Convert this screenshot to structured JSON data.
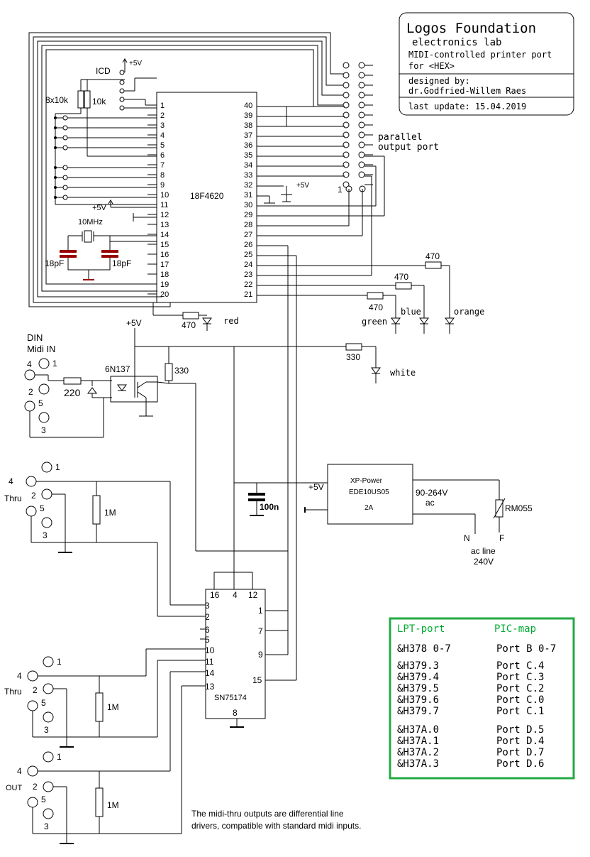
{
  "title_block": {
    "org": "Logos Foundation",
    "dept": "electronics lab",
    "project": "MIDI-controlled printer port",
    "for_line": "for <HEX>",
    "designed_by_label": "designed by:",
    "designer": "dr.Godfried-Willem Raes",
    "last_update": "last update: 15.04.2019"
  },
  "pic": {
    "name": "18F4620",
    "left_pins": [
      "1",
      "2",
      "3",
      "4",
      "5",
      "6",
      "7",
      "8",
      "9",
      "10",
      "11",
      "12",
      "13",
      "14",
      "15",
      "16",
      "17",
      "18",
      "19",
      "20"
    ],
    "right_pins": [
      "40",
      "39",
      "38",
      "37",
      "36",
      "35",
      "34",
      "33",
      "32",
      "31",
      "30",
      "29",
      "28",
      "27",
      "26",
      "25",
      "24",
      "23",
      "22",
      "21"
    ]
  },
  "labels": {
    "icd": "ICD",
    "plus5v": "+5V",
    "resnet": "8x10k",
    "r10k": "10k",
    "xtal": "10MHz",
    "cap18": "18pF",
    "parallel1": "parallel",
    "parallel2": "output port",
    "port_pin1": "1",
    "r470": "470",
    "red": "red",
    "green": "green",
    "blue": "blue",
    "orange": "orange",
    "white": "white",
    "r330": "330",
    "din": "DIN",
    "midi_in": "Midi IN",
    "opto": "6N137",
    "r220": "220",
    "thru": "Thru",
    "out": "OUT",
    "r1m": "1M",
    "c100n": "100n",
    "psu1": "XP-Power",
    "psu2": "EDE10US05",
    "psu3": "2A",
    "ac1": "90-264V",
    "ac2": "ac",
    "fuse": "RM055",
    "n": "N",
    "f": "F",
    "acline1": "ac line",
    "acline2": "240V",
    "driver": "SN75174",
    "note1": "The midi-thru outputs are differential line",
    "note2": "drivers, compatible with standard midi inputs.",
    "din_p1": "1",
    "din_p2": "2",
    "din_p3": "3",
    "din_p4": "4",
    "din_p5": "5",
    "sn_p16": "16",
    "sn_p4": "4",
    "sn_p12": "12",
    "sn_p3": "3",
    "sn_p2": "2",
    "sn_p6": "6",
    "sn_p5": "5",
    "sn_p10": "10",
    "sn_p11": "11",
    "sn_p14": "14",
    "sn_p13": "13",
    "sn_p1": "1",
    "sn_p7": "7",
    "sn_p9": "9",
    "sn_p15": "15",
    "sn_p8": "8"
  },
  "map_table": {
    "header_lpt": "LPT-port",
    "header_pic": "PIC-map",
    "rows": [
      [
        "&H378  0-7",
        "Port B 0-7"
      ],
      [
        "&H379.3",
        "Port C.4"
      ],
      [
        "&H379.4",
        "Port C.3"
      ],
      [
        "&H379.5",
        "Port C.2"
      ],
      [
        "&H379.6",
        "Port C.0"
      ],
      [
        "&H379.7",
        "Port C.1"
      ],
      [
        "&H37A.0",
        "Port D.5"
      ],
      [
        "&H37A.1",
        "Port D.4"
      ],
      [
        "&H37A.2",
        "Port D.7"
      ],
      [
        "&H37A.3",
        "Port D.6"
      ]
    ]
  },
  "colors": {
    "table_border": "#22aa44",
    "table_text": "#00aa33",
    "capacitor": "#990000"
  }
}
